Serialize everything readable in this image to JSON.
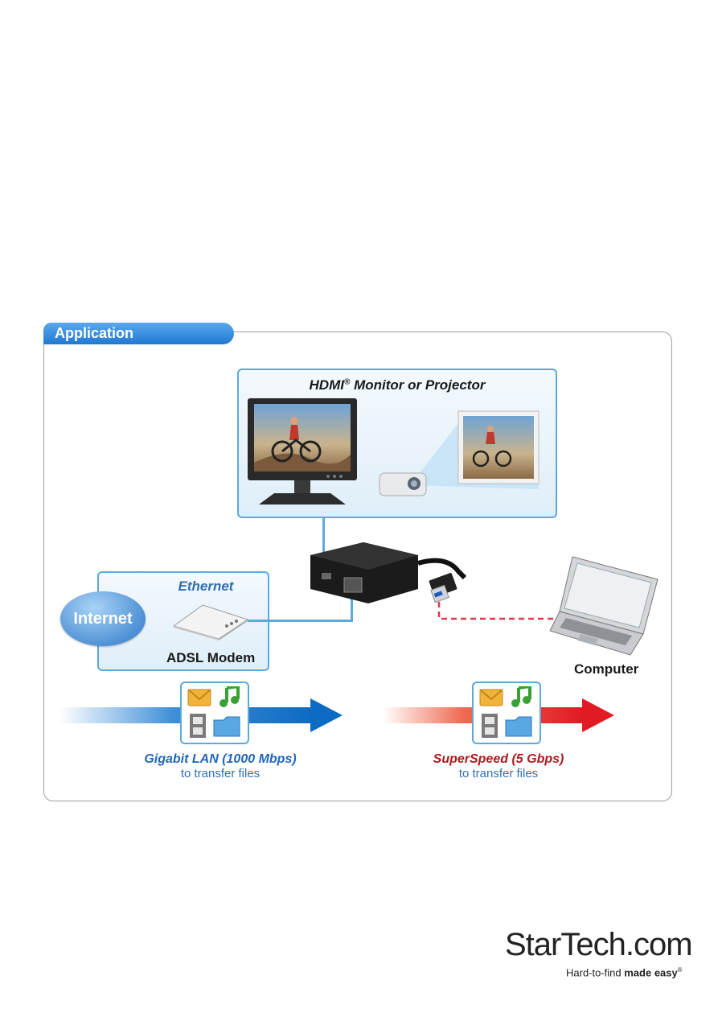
{
  "section": {
    "title": "Application"
  },
  "hdmi": {
    "title_main": "HDMI",
    "title_mark": "®",
    "title_rest": " Monitor or Projector"
  },
  "ethernet": {
    "label": "Ethernet"
  },
  "internet": {
    "label": "Internet"
  },
  "modem": {
    "label": "ADSL Modem"
  },
  "computer": {
    "label": "Computer"
  },
  "transfer_left": {
    "title": "Gigabit LAN (1000 Mbps)",
    "subtitle": "to transfer files"
  },
  "transfer_right": {
    "title": "SuperSpeed (5 Gbps)",
    "subtitle": "to transfer files"
  },
  "brand": {
    "name": "StarTech.com",
    "tag_regular": "Hard-to-find ",
    "tag_bold": "made easy",
    "tag_mark": "®"
  },
  "colors": {
    "accent_blue": "#1f78d1",
    "line_blue": "#5da9dc",
    "red": "#e01b24"
  }
}
